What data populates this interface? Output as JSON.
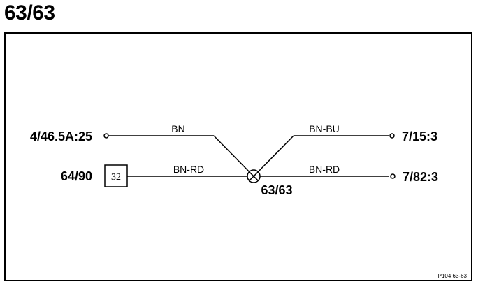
{
  "title": "63/63",
  "left_connectors": {
    "top": "4/46.5A:25",
    "bottom": "64/90"
  },
  "right_connectors": {
    "top": "7/15:3",
    "bottom": "7/82:3"
  },
  "wires": {
    "top_left": "BN",
    "top_right": "BN-BU",
    "bottom_left": "BN-RD",
    "bottom_right": "BN-RD"
  },
  "component_box": "32",
  "splice_label": "63/63",
  "reference_code": "P104 63-63"
}
